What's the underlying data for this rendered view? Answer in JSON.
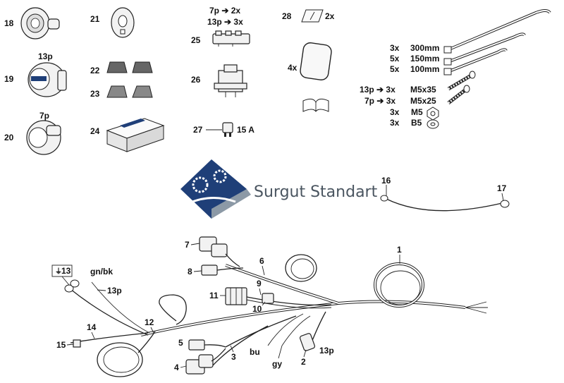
{
  "watermark": {
    "brand": "Surgut Standart"
  },
  "parts": {
    "p18": "18",
    "p19": "19",
    "p19_variant": "13p",
    "p20": "20",
    "p20_variant": "7p",
    "p21": "21",
    "p22": "22",
    "p23": "23",
    "p24": "24",
    "p25": "25",
    "p25_qty_7p": "7p ➔ 2x",
    "p25_qty_13p": "13p ➔ 3x",
    "p26": "26",
    "p27": "27",
    "p27_rating": "15 A",
    "p28": "28",
    "p28_qty": "2x",
    "p_seal_qty": "4x"
  },
  "hardware": {
    "ties": [
      {
        "qty": "3x",
        "size": "300mm"
      },
      {
        "qty": "5x",
        "size": "150mm"
      },
      {
        "qty": "5x",
        "size": "100mm"
      }
    ],
    "screws": [
      {
        "variant": "13p ➔ 3x",
        "size": "M5x35"
      },
      {
        "variant": "7p ➔ 3x",
        "size": "M5x25"
      }
    ],
    "nut": {
      "qty": "3x",
      "size": "M5"
    },
    "washer": {
      "qty": "3x",
      "size": "B5"
    }
  },
  "harness": {
    "h1": "1",
    "h2": "2",
    "h2_variant": "13p",
    "h3": "3",
    "h4": "4",
    "h5": "5",
    "h6": "6",
    "h7": "7",
    "h8": "8",
    "h9": "9",
    "h10": "10",
    "h11": "11",
    "h12": "12",
    "h13": "13",
    "h14": "14",
    "h15": "15",
    "h16": "16",
    "h17": "17",
    "wire_gnbk": "gn/bk",
    "wire_13p": "13p",
    "wire_bu": "bu",
    "wire_gy": "gy"
  },
  "colors": {
    "logo_blue": "#1f3f78",
    "logo_gray": "#8c99a6",
    "ink": "#222222"
  }
}
